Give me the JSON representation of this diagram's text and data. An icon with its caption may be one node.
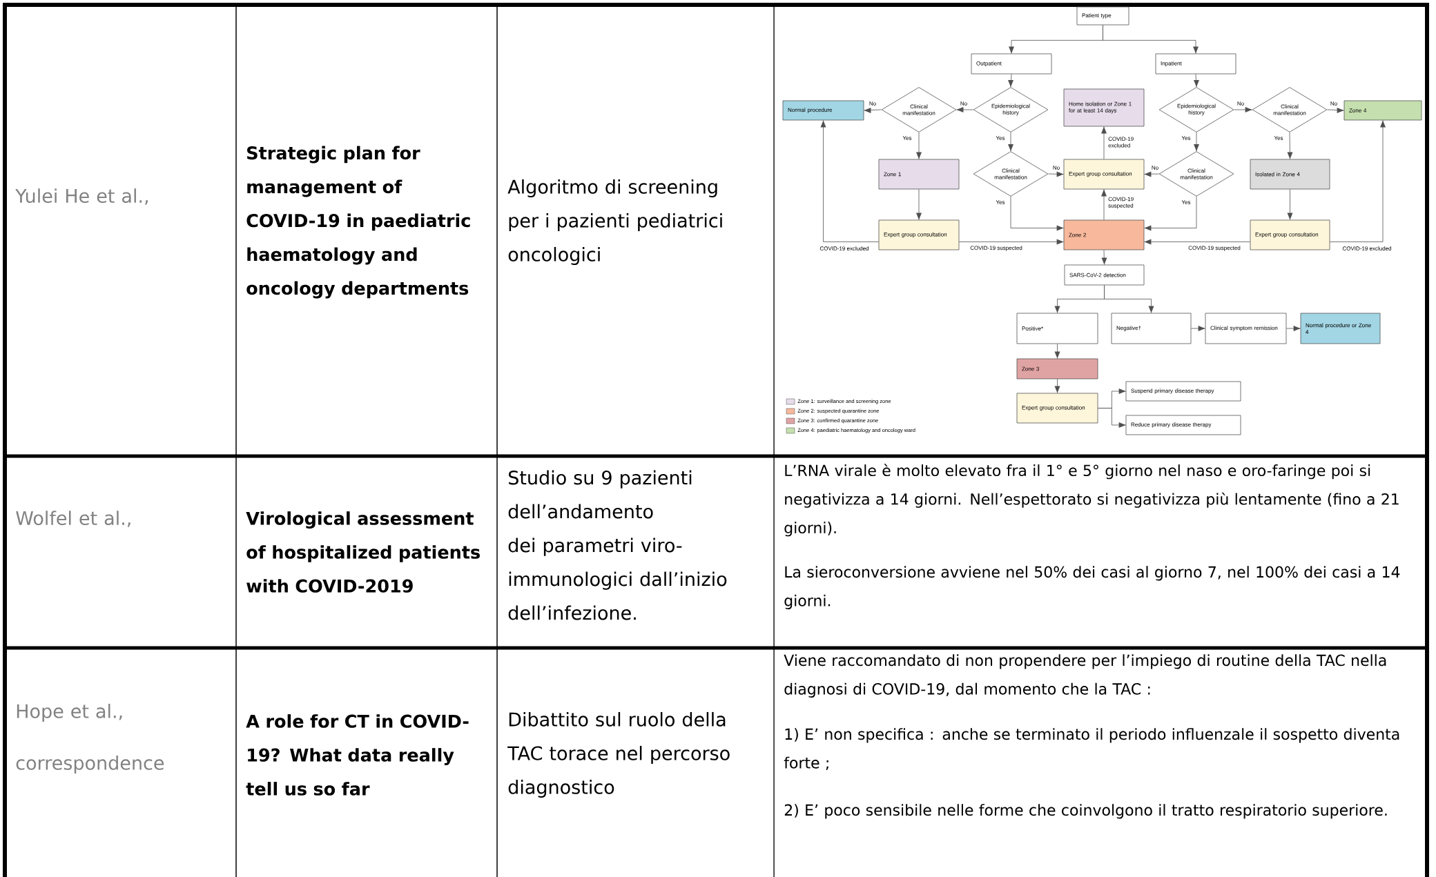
{
  "diagram": {
    "nodes": [
      {
        "text": [
          "Patient type"
        ]
      },
      {
        "text": [
          "Outpatient"
        ]
      },
      {
        "text": [
          "Inpatient"
        ]
      },
      {
        "text": [
          "Normal procedure"
        ]
      },
      {
        "text": [
          "Clinical manifestation"
        ]
      },
      {
        "text": [
          "Epidemiological history"
        ]
      },
      {
        "text": [
          "Home isolation or Zone 1 for at least 14 days"
        ]
      },
      {
        "text": [
          "Epidemiological history"
        ]
      },
      {
        "text": [
          "Clinical manifestation"
        ]
      },
      {
        "text": [
          "Zone 4"
        ]
      },
      {
        "text": [
          "Zone 1"
        ]
      },
      {
        "text": [
          "Clinical manifestation"
        ]
      },
      {
        "text": [
          "Expert group consultation"
        ]
      },
      {
        "text": [
          "Clinical manifestation"
        ]
      },
      {
        "text": [
          "Isolated in Zone 4"
        ]
      },
      {
        "text": [
          "Expert group consultation"
        ]
      },
      {
        "text": [
          "Zone 2"
        ]
      },
      {
        "text": [
          "Expert group consultation"
        ]
      },
      {
        "text": [
          "SARS-CoV-2 detection"
        ]
      },
      {
        "text": [
          "Positive*"
        ]
      },
      {
        "text": [
          "Negative†"
        ]
      },
      {
        "text": [
          "Clinical symptom remission"
        ]
      },
      {
        "text": [
          "Normal procedure or Zone 4"
        ]
      },
      {
        "text": [
          "Zone 3"
        ]
      },
      {
        "text": [
          "Expert group consultation"
        ]
      },
      {
        "text": [
          "Suspend primary disease therapy"
        ]
      },
      {
        "text": [
          "Reduce primary disease therapy"
        ]
      }
    ],
    "edges": [
      {
        "from": 0,
        "to": 1,
        "arrow": "to"
      },
      {
        "from": 0,
        "to": 2,
        "arrow": "to"
      },
      {
        "from": 1,
        "to": 5,
        "arrow": "to"
      },
      {
        "from": 5,
        "to": 4,
        "arrow": "to",
        "label": "No"
      },
      {
        "from": 4,
        "to": 3,
        "arrow": "to",
        "label": "No"
      },
      {
        "from": 4,
        "to": 10,
        "arrow": "to",
        "label": "Yes"
      },
      {
        "from": 5,
        "to": 11,
        "arrow": "to",
        "label": "Yes"
      },
      {
        "from": 11,
        "to": 12,
        "arrow": "to",
        "label": "No"
      },
      {
        "from": 11,
        "to": 16,
        "arrow": "to",
        "label": "Yes"
      },
      {
        "from": 10,
        "to": 15,
        "arrow": "to"
      },
      {
        "from": 15,
        "to": 3,
        "arrow": "to",
        "label": "COVID-19 excluded"
      },
      {
        "from": 15,
        "to": 16,
        "arrow": "to",
        "label": "COVID-19 suspected"
      },
      {
        "from": 12,
        "to": 6,
        "arrow": "to",
        "label": "COVID-19 excluded"
      },
      {
        "from": 16,
        "to": 12,
        "arrow": "to",
        "label": "COVID-19 suspected"
      },
      {
        "from": 2,
        "to": 7,
        "arrow": "to"
      },
      {
        "from": 7,
        "to": 8,
        "arrow": "to",
        "label": "No"
      },
      {
        "from": 8,
        "to": 9,
        "arrow": "to",
        "label": "No"
      },
      {
        "from": 8,
        "to": 14,
        "arrow": "to",
        "label": "Yes"
      },
      {
        "from": 7,
        "to": 13,
        "arrow": "to",
        "label": "Yes"
      },
      {
        "from": 13,
        "to": 12,
        "arrow": "to",
        "label": "No"
      },
      {
        "from": 13,
        "to": 16,
        "arrow": "to",
        "label": "Yes"
      },
      {
        "from": 14,
        "to": 17,
        "arrow": "to"
      },
      {
        "from": 17,
        "to": 16,
        "arrow": "to",
        "label": "COVID-19 suspected"
      },
      {
        "from": 17,
        "to": 9,
        "arrow": "to",
        "label": "COVID-19 excluded"
      },
      {
        "from": 16,
        "to": 18,
        "arrow": "to"
      },
      {
        "from": 18,
        "to": 19,
        "arrow": "to"
      },
      {
        "from": 18,
        "to": 20,
        "arrow": "to"
      },
      {
        "from": 20,
        "to": 21,
        "arrow": "to"
      },
      {
        "from": 21,
        "to": 22,
        "arrow": "to"
      },
      {
        "from": 19,
        "to": 23,
        "arrow": "to"
      },
      {
        "from": 23,
        "to": 24,
        "arrow": "to"
      },
      {
        "from": 24,
        "to": 25,
        "arrow": "to"
      },
      {
        "from": 24,
        "to": 26,
        "arrow": "to"
      }
    ],
    "labels": [
      "Yulei He et al.,",
      "Strategic plan for management of COVID-19 in paediatric haematology and oncology departments",
      "Algoritmo di screening per i pazienti pediatrici oncologici",
      "Wolfel et al.,",
      "Virological assessment of hospitalized patients with COVID-2019",
      "Studio su 9 pazienti dell’andamento dei parametri viro-immunologici dall’inizio dell’infezione.",
      "L’RNA virale è molto elevato fra il 1° e 5° giorno nel naso e oro-faringe poi si negativizza a 14 giorni. Nell’espettorato si negativizza più lentamente (fino a 21 giorni).",
      "La sieroconversione avviene nel 50% dei casi al giorno 7, nel 100% dei casi a 14 giorni.",
      "Hope et al.,",
      "correspondence",
      "A role for CT in COVID-19? What data really tell us so far",
      "Dibattito sul ruolo della TAC torace nel percorso diagnostico",
      "Viene raccomandato di non propendere per l’impiego di routine della TAC nella diagnosi di COVID-19, dal momento che la TAC :",
      "1) E’ non specifica : anche se terminato il periodo influenzale il sospetto diventa forte ;",
      "2) E’ poco sensibile nelle forme che coinvolgono il tratto respiratorio superiore."
    ],
    "legend": [
      {
        "text": "Zone 1: surveillance and screening zone",
        "color": "#e6dcea"
      },
      {
        "text": "Zone 2: suspected quarantine zone",
        "color": "#f7b89c"
      },
      {
        "text": "Zone 3: confirmed quarantine zone",
        "color": "#e0a3a3"
      },
      {
        "text": "Zone 4: paediatric haematology and oncology ward",
        "color": "#c5dfae"
      }
    ]
  }
}
